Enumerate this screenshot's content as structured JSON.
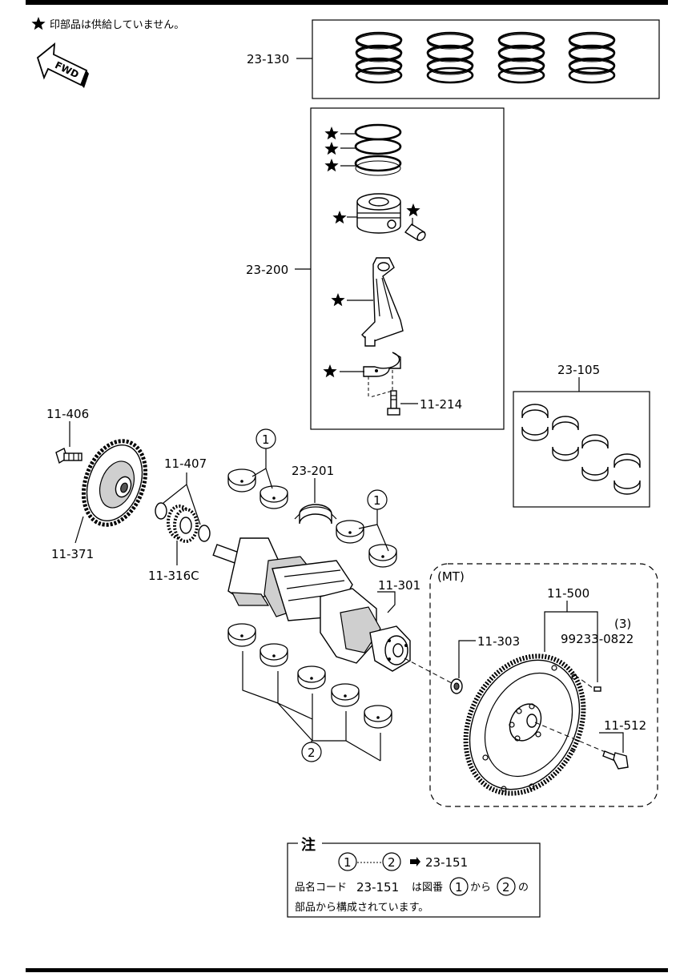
{
  "header": {
    "star_note": "印部品は供給していません。",
    "fwd": "FWD"
  },
  "labels": {
    "p23_130": "23-130",
    "p23_200": "23-200",
    "p11_214": "11-214",
    "p23_105": "23-105",
    "p11_406": "11-406",
    "p11_407": "11-407",
    "p23_201": "23-201",
    "p11_371": "11-371",
    "p11_316c": "11-316C",
    "p11_301": "11-301",
    "mt": "(MT)",
    "p11_500": "11-500",
    "p11_303": "11-303",
    "qty3": "(3)",
    "p99233": "99233-0822",
    "p11_512": "11-512",
    "circle1": "1",
    "circle2": "2"
  },
  "notes": {
    "title": "注",
    "line1_ref": "23-151",
    "line2_prefix": "品名コード",
    "line2_code": "23-151",
    "line2_mid": "は図番",
    "line2_from": "から",
    "line2_suffix": "の",
    "line3": "部品から構成されています。",
    "c1": "1",
    "c2": "2"
  }
}
